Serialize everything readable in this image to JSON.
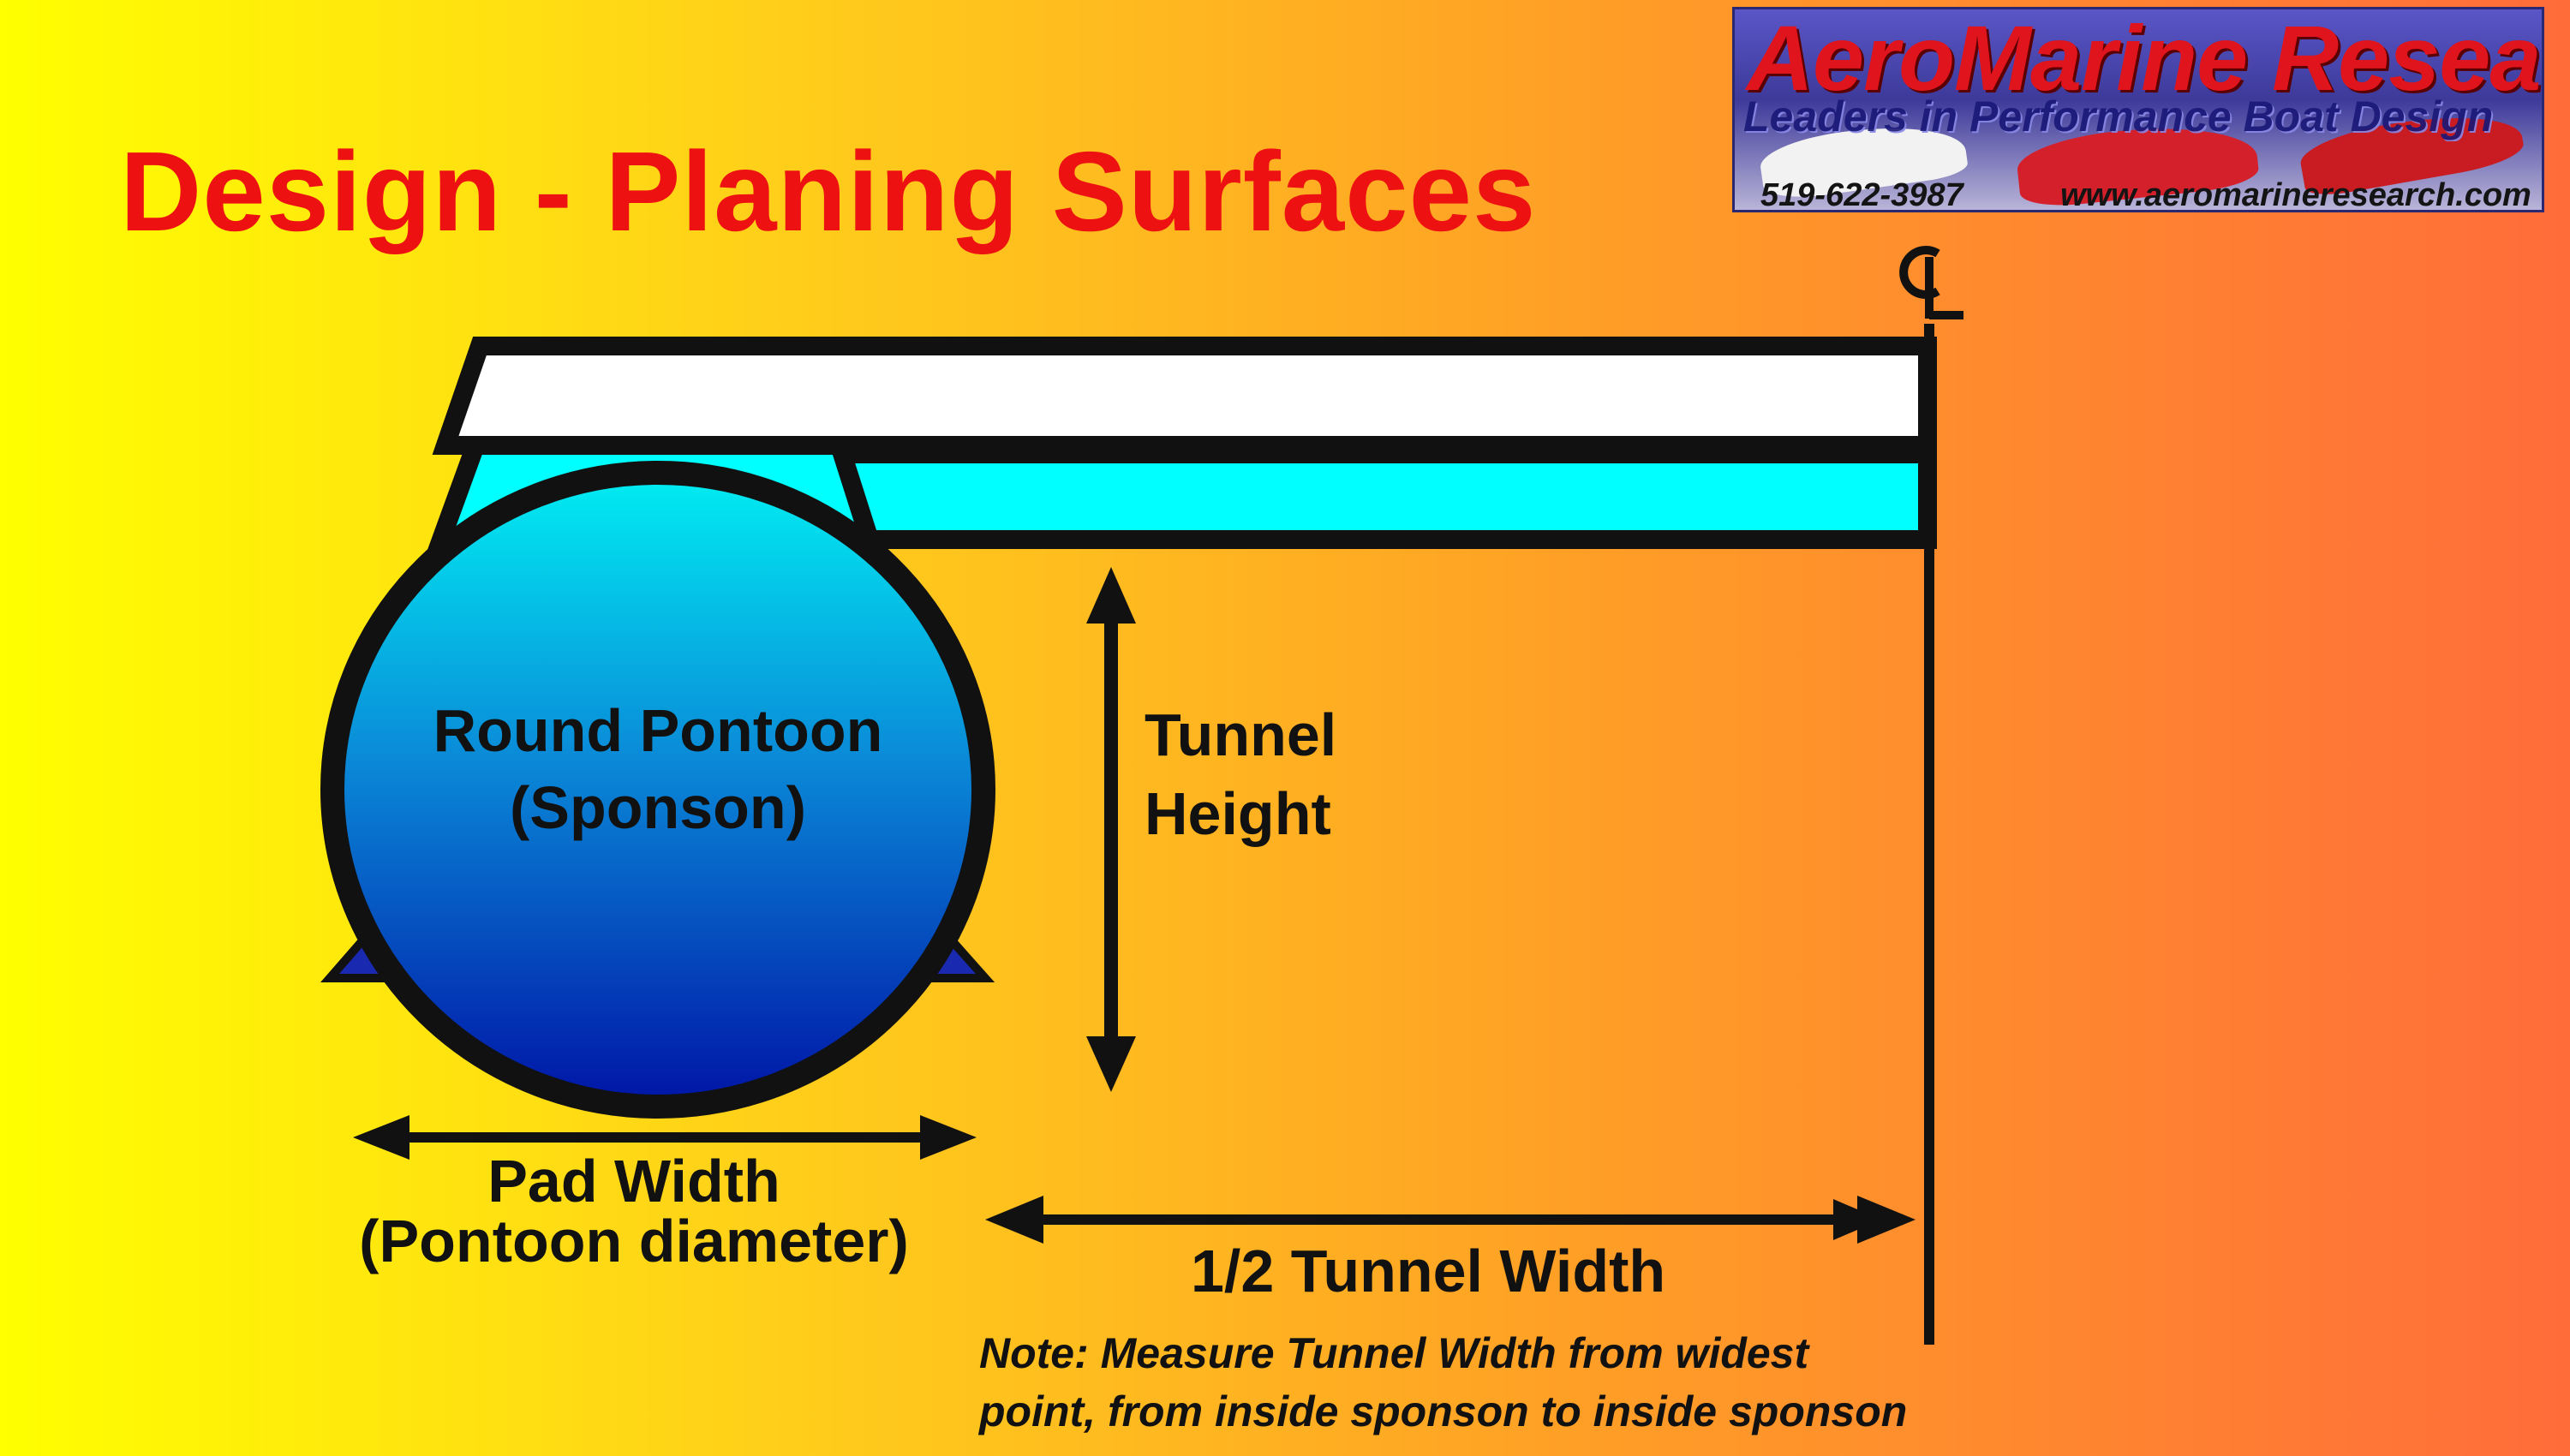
{
  "title": "Design - Planing Surfaces",
  "logo": {
    "name": "AeroMarine Research",
    "tagline": "Leaders in Performance Boat Design",
    "phone": "519-622-3987",
    "url": "www.aeromarineresearch.com"
  },
  "centerline_symbol": "CL",
  "pontoon_label": {
    "line1": "Round Pontoon",
    "line2": "(Sponson)"
  },
  "tunnel_height_label": {
    "line1": "Tunnel",
    "line2": "Height"
  },
  "pad_width_label": {
    "line1": "Pad Width",
    "line2": "(Pontoon diameter)"
  },
  "half_tunnel_label": "1/2 Tunnel Width",
  "note": {
    "line1": "Note: Measure Tunnel Width from widest",
    "line2": "point, from inside sponson to inside sponson"
  },
  "colors": {
    "title": "#ee1111",
    "deck": "#ffffff",
    "tunnel": "#00ffff",
    "pontoon_top": "#00e8f0",
    "pontoon_bottom": "#0018a8",
    "outline": "#111111"
  }
}
